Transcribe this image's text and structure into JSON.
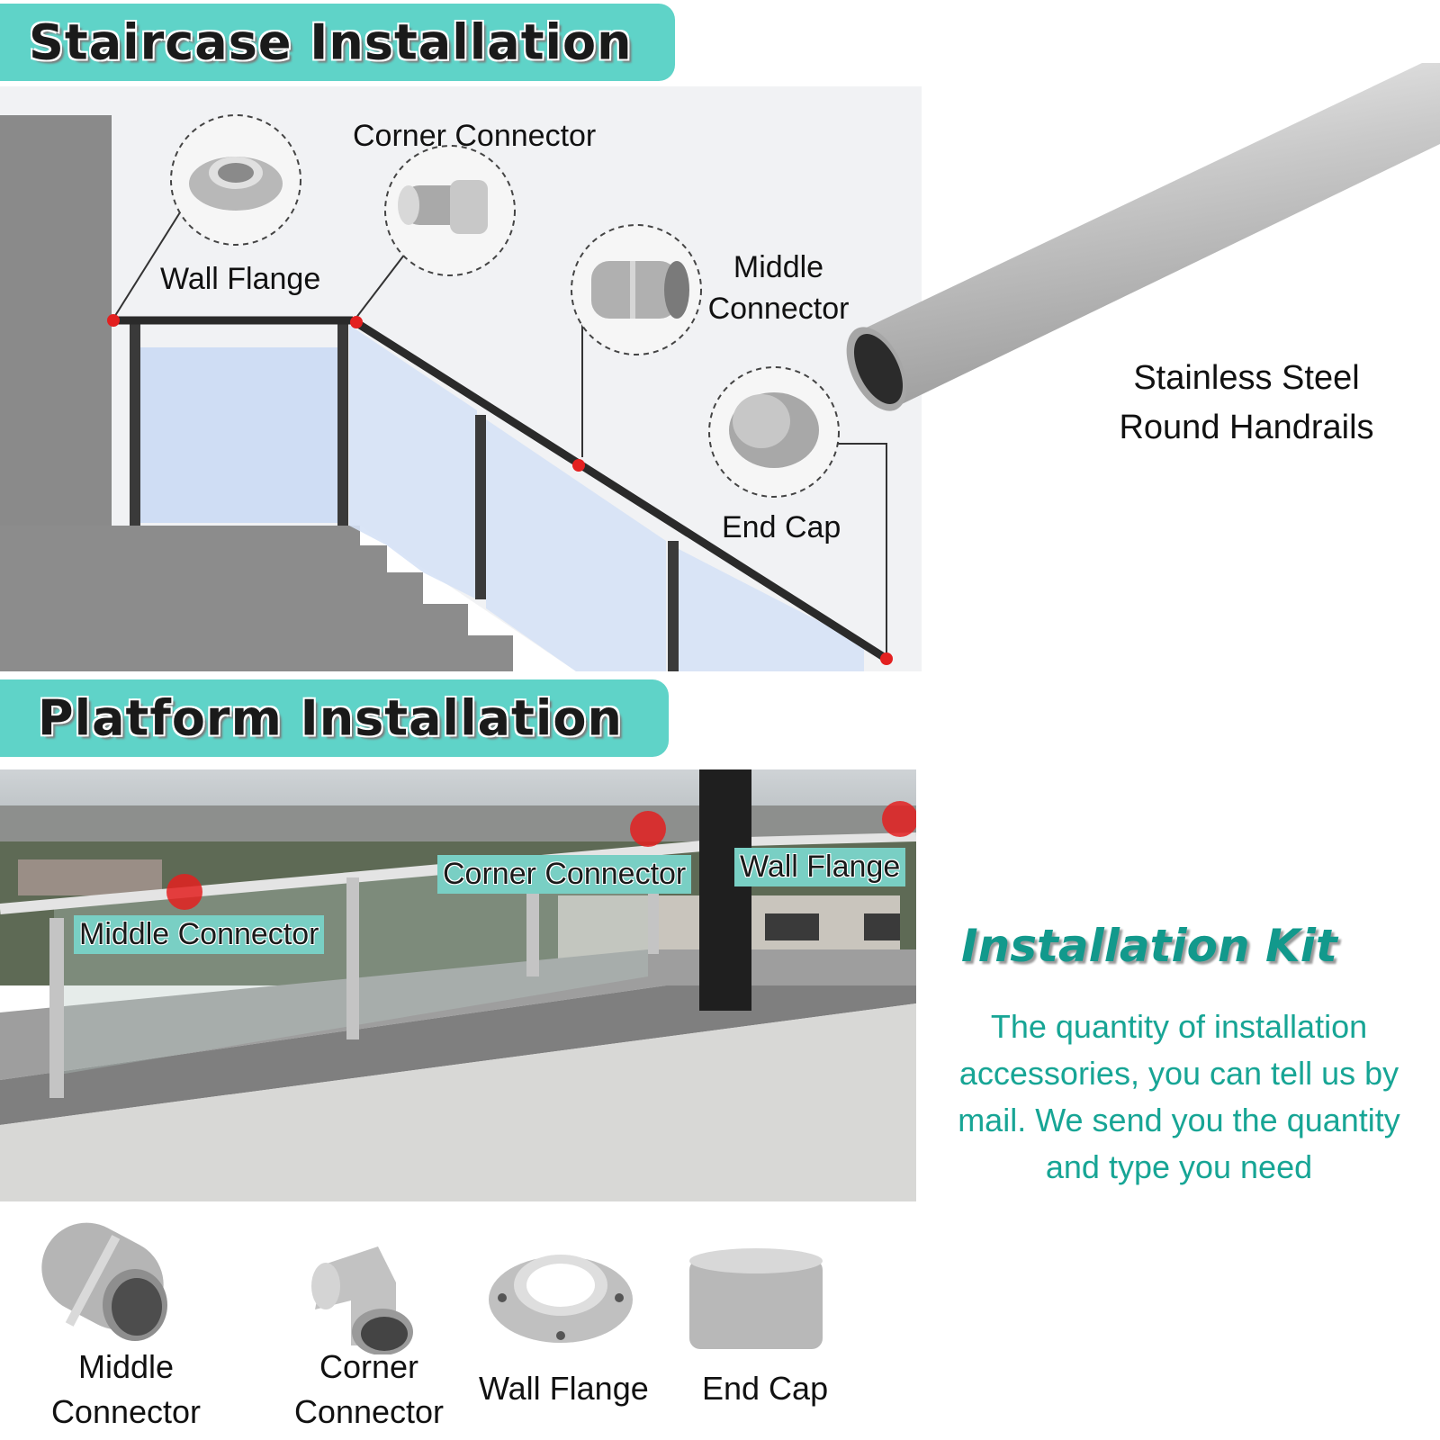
{
  "staircase": {
    "banner_title": "Staircase Installation",
    "labels": {
      "wall_flange": "Wall Flange",
      "corner_connector": "Corner Connector",
      "middle_connector_line1": "Middle",
      "middle_connector_line2": "Connector",
      "end_cap": "End Cap"
    }
  },
  "handrail": {
    "caption_line1": "Stainless Steel",
    "caption_line2": "Round Handrails"
  },
  "platform": {
    "banner_title": "Platform Installation",
    "tags": {
      "corner_connector": "Corner Connector",
      "wall_flange": "Wall Flange",
      "middle_connector": "Middle Connector"
    }
  },
  "kit": {
    "title": "Installation Kit",
    "description": "The quantity of installation accessories, you can tell us by mail. We send you the quantity and type you need",
    "parts": [
      {
        "line1": "Middle",
        "line2": "Connector"
      },
      {
        "line1": "Corner",
        "line2": "Connector"
      },
      {
        "line1": "Wall Flange",
        "line2": ""
      },
      {
        "line1": "End Cap",
        "line2": ""
      }
    ]
  },
  "colors": {
    "banner": "#5fd3c8",
    "accent_text": "#12998c",
    "marker": "#e32020",
    "tag": "#79cfc4"
  }
}
